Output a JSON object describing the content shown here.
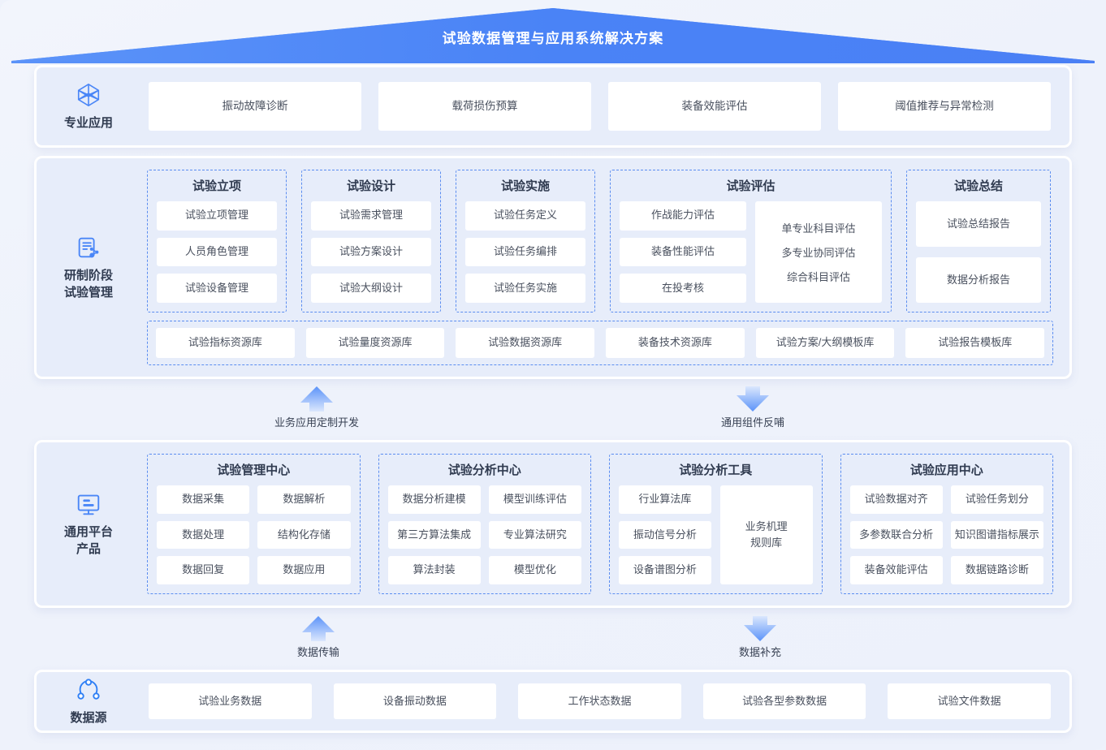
{
  "title": "试验数据管理与应用系统解决方案",
  "colors": {
    "accent": "#4a86f7",
    "band_bg": "#e7edfa",
    "chip_bg": "#ffffff",
    "page_bg": "#eef2fb",
    "dash_border": "#5b8df0",
    "text": "#49505e",
    "heading": "#303b50"
  },
  "sections": {
    "app": {
      "label": "专业应用",
      "icon": "cube-outline-icon",
      "items": [
        "振动故障诊断",
        "载荷损伤预算",
        "装备效能评估",
        "阈值推荐与异常检测"
      ]
    },
    "dev": {
      "label_line1": "研制阶段",
      "label_line2": "试验管理",
      "icon": "document-analysis-icon",
      "groups": [
        {
          "title": "试验立项",
          "items": [
            "试验立项管理",
            "人员角色管理",
            "试验设备管理"
          ]
        },
        {
          "title": "试验设计",
          "items": [
            "试验需求管理",
            "试验方案设计",
            "试验大纲设计"
          ]
        },
        {
          "title": "试验实施",
          "items": [
            "试验任务定义",
            "试验任务编排",
            "试验任务实施"
          ]
        },
        {
          "title": "试验评估",
          "items": [
            "作战能力评估",
            "装备性能评估",
            "在投考核"
          ],
          "panel_items": [
            "单专业科目评估",
            "多专业协同评估",
            "综合科目评估"
          ]
        },
        {
          "title": "试验总结",
          "items": [
            "试验总结报告",
            "数据分析报告"
          ]
        }
      ],
      "resource_library": [
        "试验指标资源库",
        "试验量度资源库",
        "试验数据资源库",
        "装备技术资源库",
        "试验方案/大纲模板库",
        "试验报告模板库"
      ]
    },
    "platform": {
      "label_line1": "通用平台",
      "label_line2": "产品",
      "icon": "monitor-icon",
      "groups": [
        {
          "title": "试验管理中心",
          "items": [
            "数据采集",
            "数据解析",
            "数据处理",
            "结构化存储",
            "数据回复",
            "数据应用"
          ]
        },
        {
          "title": "试验分析中心",
          "items": [
            "数据分析建模",
            "模型训练评估",
            "第三方算法集成",
            "专业算法研究",
            "算法封装",
            "模型优化"
          ]
        },
        {
          "title": "试验分析工具",
          "items": [
            "行业算法库",
            "振动信号分析",
            "设备谱图分析"
          ],
          "panel_line1": "业务机理",
          "panel_line2": "规则库"
        },
        {
          "title": "试验应用中心",
          "items": [
            "试验数据对齐",
            "试验任务划分",
            "多参数联合分析",
            "知识图谱指标展示",
            "装备效能评估",
            "数据链路诊断"
          ]
        }
      ]
    },
    "source": {
      "label": "数据源",
      "icon": "network-node-icon",
      "items": [
        "试验业务数据",
        "设备振动数据",
        "工作状态数据",
        "试验各型参数数据",
        "试验文件数据"
      ]
    }
  },
  "connectors": {
    "upper": [
      {
        "direction": "up",
        "label": "业务应用定制开发"
      },
      {
        "direction": "down",
        "label": "通用组件反哺"
      }
    ],
    "lower": [
      {
        "direction": "up",
        "label": "数据传输"
      },
      {
        "direction": "down",
        "label": "数据补充"
      }
    ]
  }
}
